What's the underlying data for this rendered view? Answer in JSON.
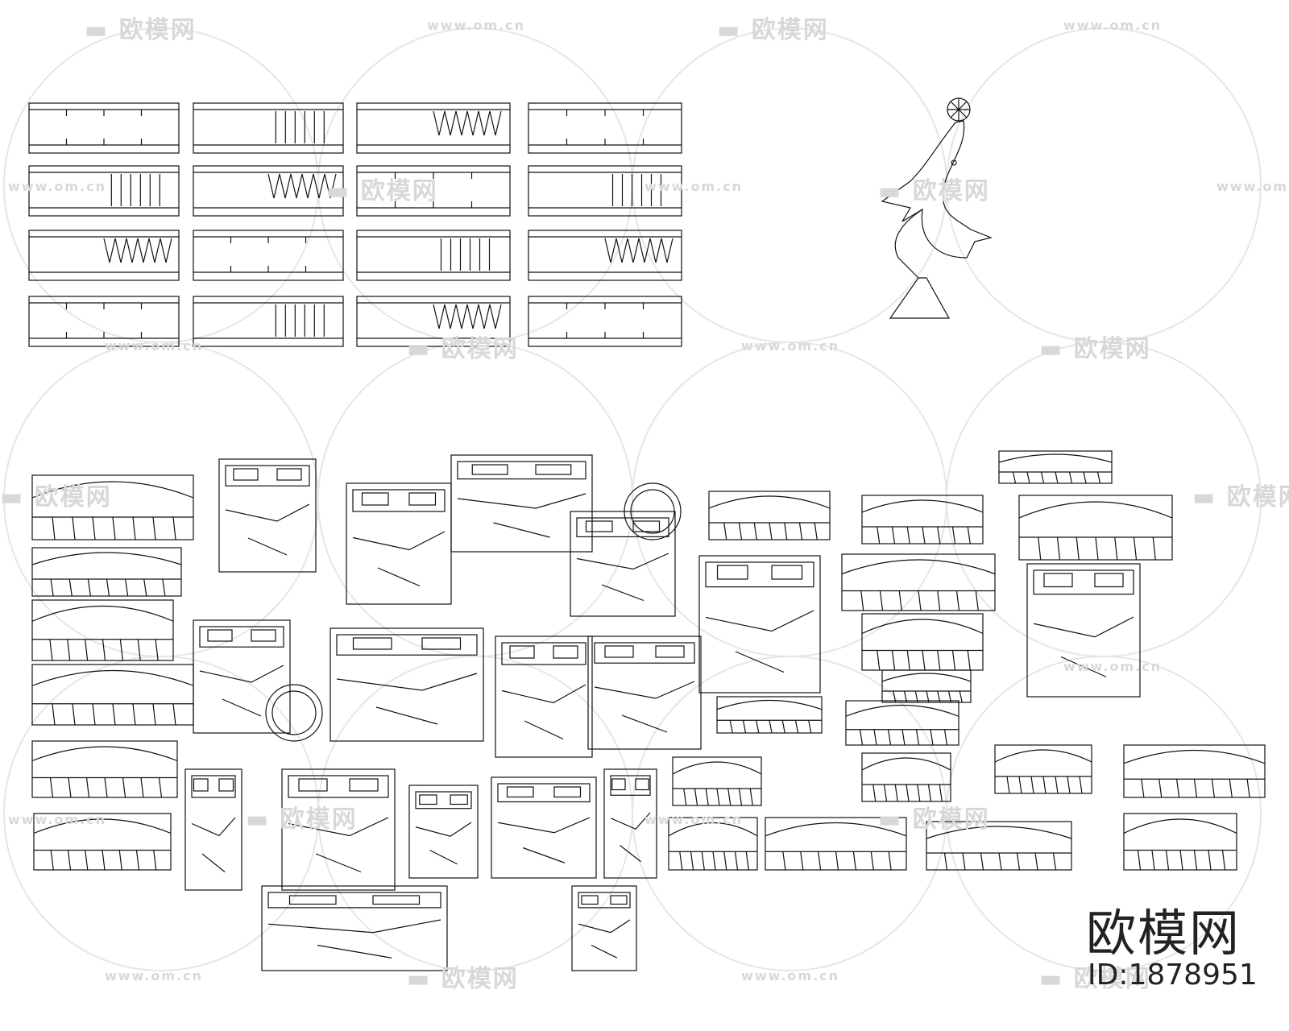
{
  "watermark": {
    "logo_text": "欧模网",
    "url_text": "www.om.cn"
  },
  "brand": {
    "name": "欧模网",
    "id_label": "ID:1878951"
  },
  "colors": {
    "background": "#ffffff",
    "line": "#111111",
    "watermark": "#d8d8d8"
  }
}
